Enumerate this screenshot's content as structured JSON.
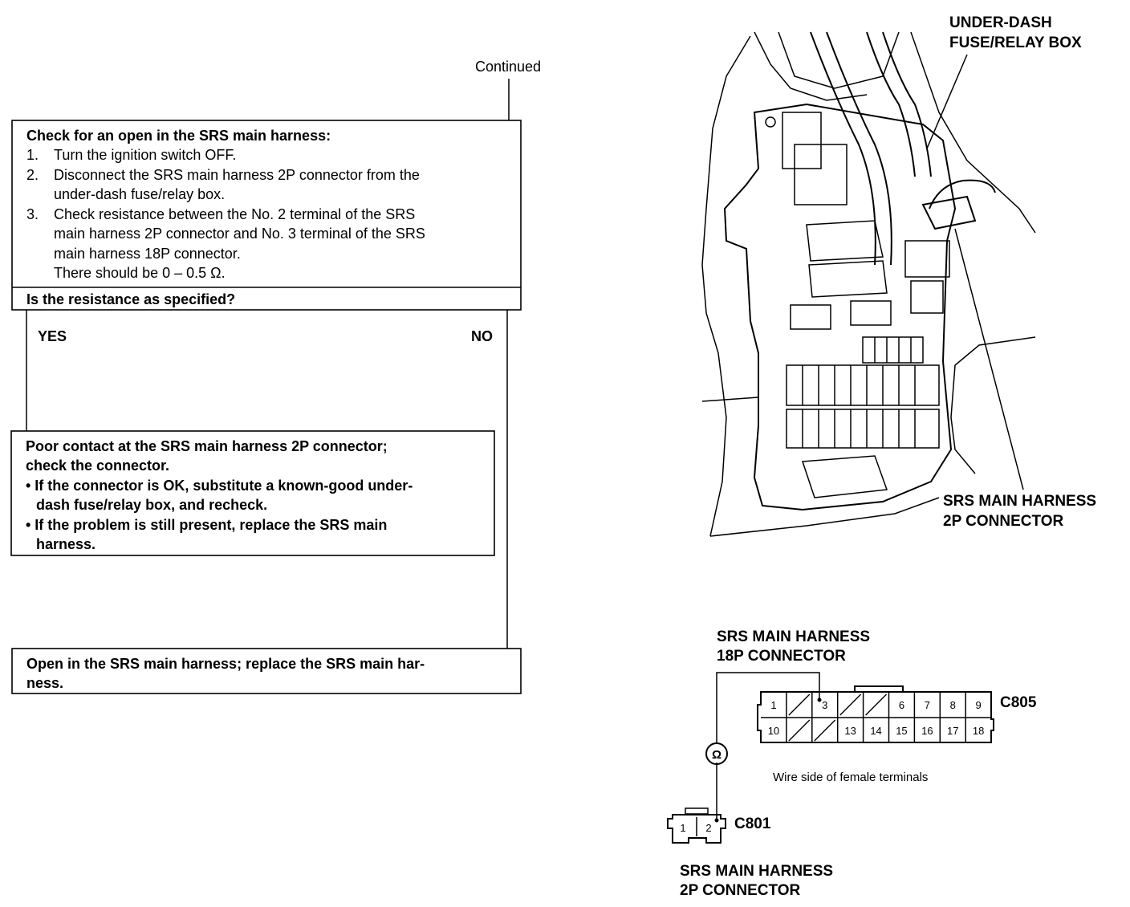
{
  "flow": {
    "continued": "Continued",
    "check_box": {
      "title": "Check for an open in the SRS main harness:",
      "steps": [
        {
          "num": "1.",
          "text": "Turn the ignition switch OFF."
        },
        {
          "num": "2.",
          "text": "Disconnect the SRS main harness 2P connector from the",
          "cont": "under-dash fuse/relay box."
        },
        {
          "num": "3.",
          "text": "Check resistance between the No. 2 terminal of the SRS",
          "cont": "main harness 2P connector and No. 3 terminal of the SRS",
          "cont2": "main harness 18P connector.",
          "cont3": "There should be 0 – 0.5 Ω."
        }
      ],
      "question": "Is the resistance as specified?"
    },
    "yes_label": "YES",
    "no_label": "NO",
    "yes_box": {
      "line1": "Poor contact at the SRS main harness 2P connector;",
      "line2": "check the connector.",
      "bullet1a": "• If the connector is OK, substitute a known-good under-",
      "bullet1b": "dash fuse/relay box, and recheck.",
      "bullet2a": "• If the problem is still present, replace the SRS main",
      "bullet2b": "harness."
    },
    "no_box": {
      "line1": "Open in the SRS main harness; replace the SRS main har-",
      "line2": "ness."
    }
  },
  "illustration": {
    "fuse_box_label_1": "UNDER-DASH",
    "fuse_box_label_2": "FUSE/RELAY BOX",
    "connector_2p_label_1": "SRS MAIN HARNESS",
    "connector_2p_label_2": "2P CONNECTOR"
  },
  "connector_diagram": {
    "c18_label_1": "SRS MAIN HARNESS",
    "c18_label_2": "18P CONNECTOR",
    "c18_code": "C805",
    "c18_top_pins": [
      "1",
      "",
      "3",
      "",
      "",
      "6",
      "7",
      "8",
      "9"
    ],
    "c18_bottom_pins": [
      "10",
      "",
      "",
      "13",
      "14",
      "15",
      "16",
      "17",
      "18"
    ],
    "wire_side_note": "Wire side of female terminals",
    "c2_code": "C801",
    "c2_pins": [
      "1",
      "2"
    ],
    "c2_label_1": "SRS MAIN HARNESS",
    "c2_label_2": "2P CONNECTOR"
  }
}
